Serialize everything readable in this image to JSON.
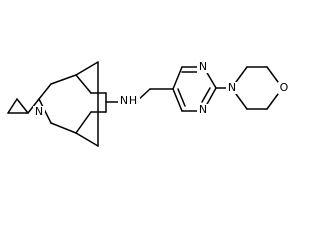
{
  "molecule": {
    "atoms": {
      "n_bridge": "N",
      "nh": "N",
      "h": "H",
      "n_pyr_top": "N",
      "n_pyr_bottom": "N",
      "n_morph": "N",
      "o_morph": "O"
    }
  }
}
